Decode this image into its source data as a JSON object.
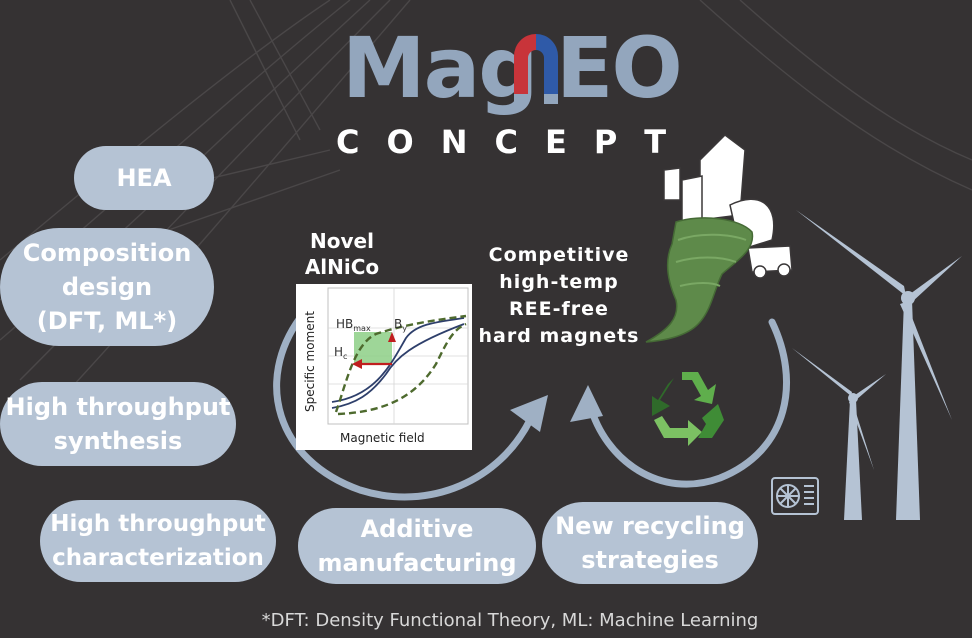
{
  "title": {
    "logo_left": "Mag",
    "logo_right": "EO",
    "subtitle": "CONCEPT"
  },
  "pills": [
    {
      "id": "hea",
      "lines": [
        "HEA"
      ]
    },
    {
      "id": "composition",
      "lines": [
        "Composition",
        "design",
        "(DFT, ML*)"
      ]
    },
    {
      "id": "synthesis",
      "lines": [
        "High throughput",
        "synthesis"
      ]
    },
    {
      "id": "characterization",
      "lines": [
        "High throughput",
        "characterization"
      ]
    },
    {
      "id": "additive",
      "lines": [
        "Additive",
        "manufacturing"
      ]
    },
    {
      "id": "recycling",
      "lines": [
        "New recycling",
        "strategies"
      ]
    }
  ],
  "labels": {
    "novel": [
      "Novel",
      "AlNiCo"
    ],
    "goal": [
      "Competitive",
      "high-temp",
      "REE-free",
      "hard magnets"
    ]
  },
  "graph": {
    "y_label": "Specific moment",
    "x_label": "Magnetic field",
    "hb_label": "HB",
    "hb_sub": "max",
    "by_label": "B",
    "by_sub": "y",
    "hc_label": "H",
    "hc_sub": "c"
  },
  "footnote": "*DFT: Density Functional Theory, ML: Machine Learning",
  "icons": [
    "magnet-icon",
    "tornado-city-icon",
    "recycle-icon",
    "wind-turbine-icon",
    "heat-pump-icon",
    "cycle-arrow-icon"
  ],
  "colors": {
    "background": "#353233",
    "pill": "#b5c3d4",
    "logo": "#93a6bd",
    "magnet_red": "#c8343a",
    "magnet_blue": "#2f5aa8",
    "recycle_green": "#4a8a3a",
    "tornado_green": "#5e8a4a"
  }
}
